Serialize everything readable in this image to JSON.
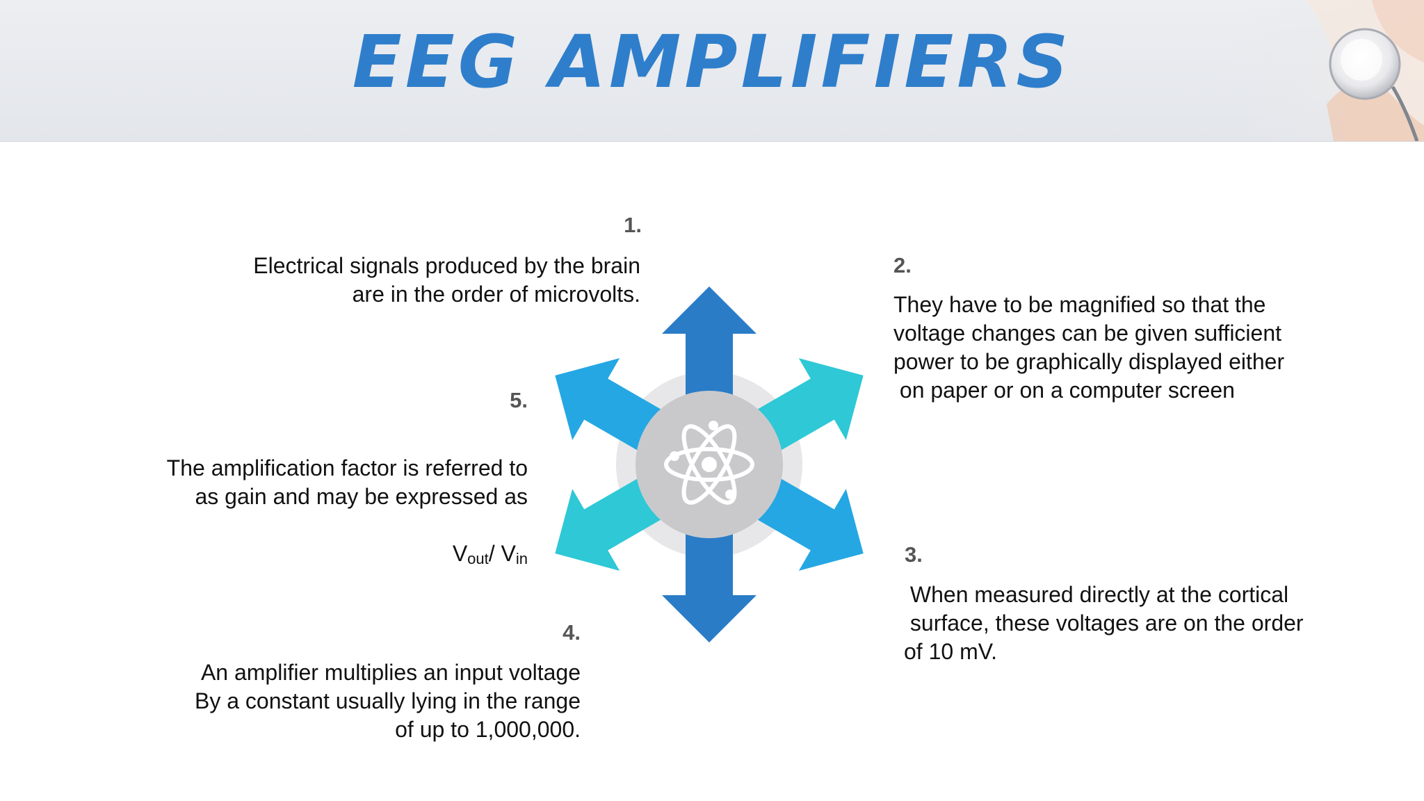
{
  "title": "EEG AMPLIFIERS",
  "colors": {
    "title": "#2f7ecb",
    "arrow_vertical": "#2a7cc7",
    "arrow_blue": "#25a7e3",
    "arrow_teal": "#2ec8d6",
    "hub": "#c9c9cc",
    "hub_ring": "#e6e6e8"
  },
  "center_icon": "atom-icon",
  "items": [
    {
      "number": "1.",
      "text": "Electrical signals produced by the brain\nare in the order of microvolts."
    },
    {
      "number": "2.",
      "text": "They have to be magnified so that the\nvoltage changes can be given sufficient\npower to be graphically displayed either\n on paper or on a computer screen"
    },
    {
      "number": "3.",
      "text": " When measured directly at the cortical\n surface, these voltages are on the order\nof 10 mV."
    },
    {
      "number": "4.",
      "text": "An amplifier multiplies an input voltage\nBy a constant usually lying in the range\nof up to 1,000,000."
    },
    {
      "number": "5.",
      "text": "The amplification factor is referred to\nas gain and may be expressed as",
      "formula": {
        "v1": "V",
        "sub1": "out",
        "sep": "/ ",
        "v2": "V",
        "sub2": "in"
      }
    }
  ]
}
